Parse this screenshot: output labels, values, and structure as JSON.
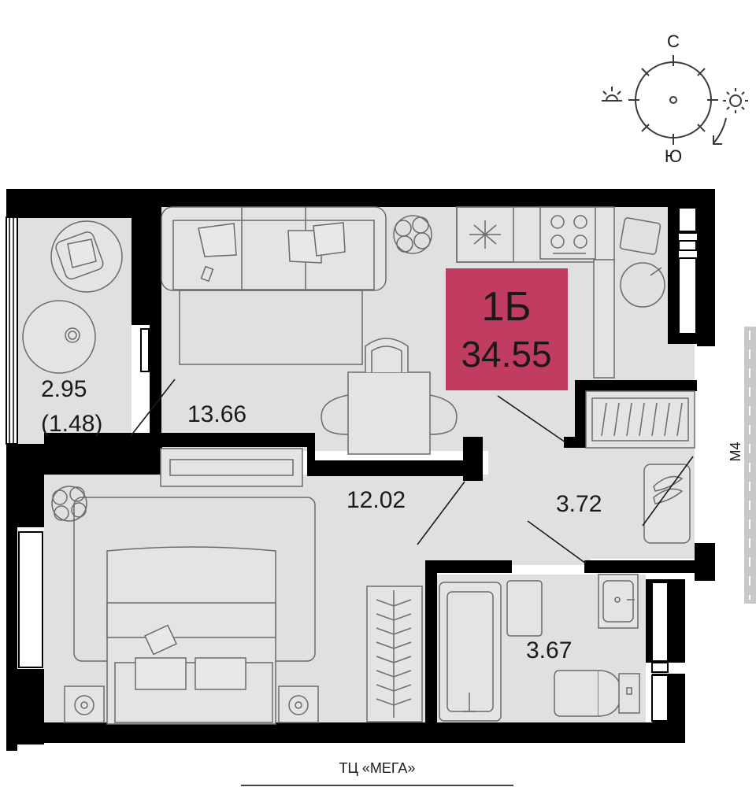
{
  "compass": {
    "north": "С",
    "south": "Ю"
  },
  "unit": {
    "type": "1Б",
    "total_area": "34.55"
  },
  "rooms": {
    "loggia_area": "2.95",
    "loggia_area_reduced": "(1.48)",
    "kitchen_living": "13.66",
    "bedroom": "12.02",
    "hallway": "3.72",
    "bathroom": "3.67"
  },
  "surroundings": {
    "right_label": "М4",
    "bottom_label": "ТЦ «МЕГА»"
  },
  "colors": {
    "wall": "#000000",
    "floor": "#e0e0e0",
    "accent": "#c03c60",
    "furniture_line": "#6b6b6b"
  }
}
